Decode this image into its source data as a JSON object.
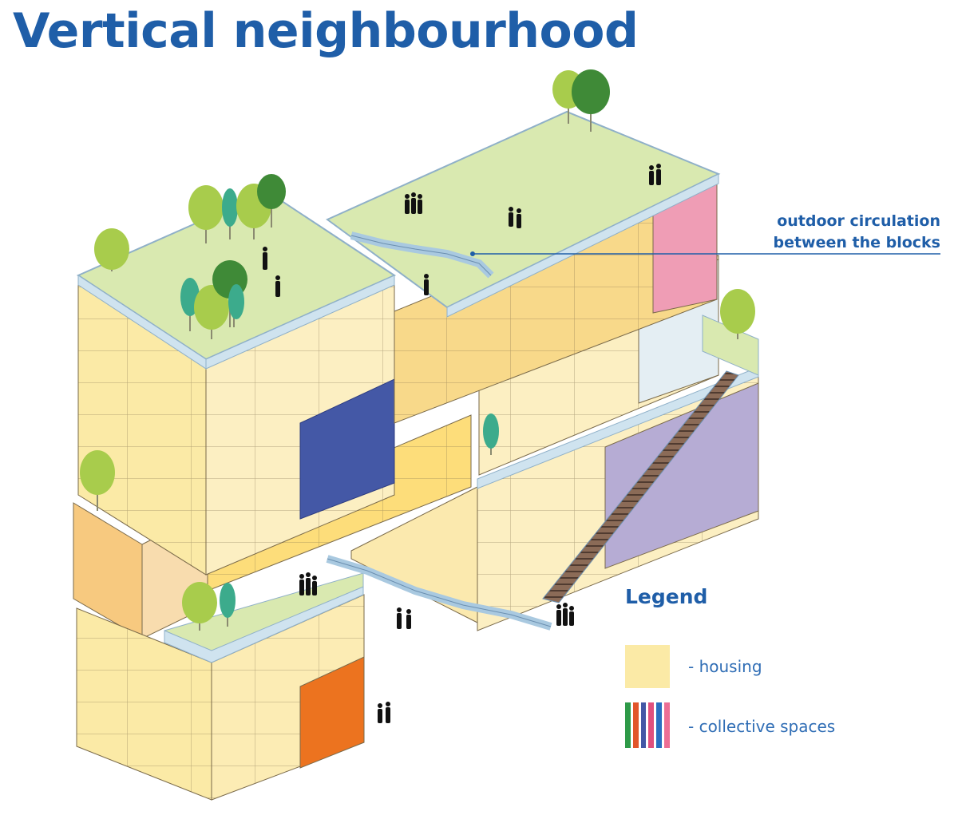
{
  "title": "Vertical neighbourhood",
  "annotation": {
    "line1": "outdoor circulation",
    "line2": "between the blocks"
  },
  "legend": {
    "title": "Legend",
    "housing_label": "- housing",
    "collective_label": "- collective spaces",
    "housing_color": "#fbeaa6",
    "collective_colors": [
      "#2e9a48",
      "#e2552a",
      "#4458a6",
      "#e0507e",
      "#2a6fc1",
      "#ec6f95"
    ]
  },
  "colors": {
    "housing": "#fbeaa6",
    "housing_dark": "#f7d98a",
    "housing_orange": "#f8cf88",
    "roof": "#d9e9b0",
    "glass": "#cfe3ef",
    "navy_block": "#4458a6",
    "pink_block": "#ef9db5",
    "purple_block": "#b6acd4",
    "orange_block": "#ec731f",
    "tree_light": "#a8cc4c",
    "tree_dark": "#3f8a37",
    "tree_teal": "#3cab8c"
  }
}
